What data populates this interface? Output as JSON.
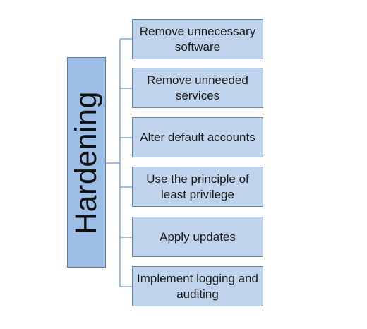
{
  "diagram": {
    "root": {
      "label": "Hardening"
    },
    "children": [
      {
        "label": "Remove unnecessary software"
      },
      {
        "label": "Remove unneeded services"
      },
      {
        "label": "Alter default accounts"
      },
      {
        "label": "Use the principle of least privilege"
      },
      {
        "label": "Apply updates"
      },
      {
        "label": "Implement logging and auditing"
      }
    ],
    "colors": {
      "root_fill": "#9cbde6",
      "child_fill": "#bfd3ec",
      "connector": "#7fa7d4"
    }
  }
}
